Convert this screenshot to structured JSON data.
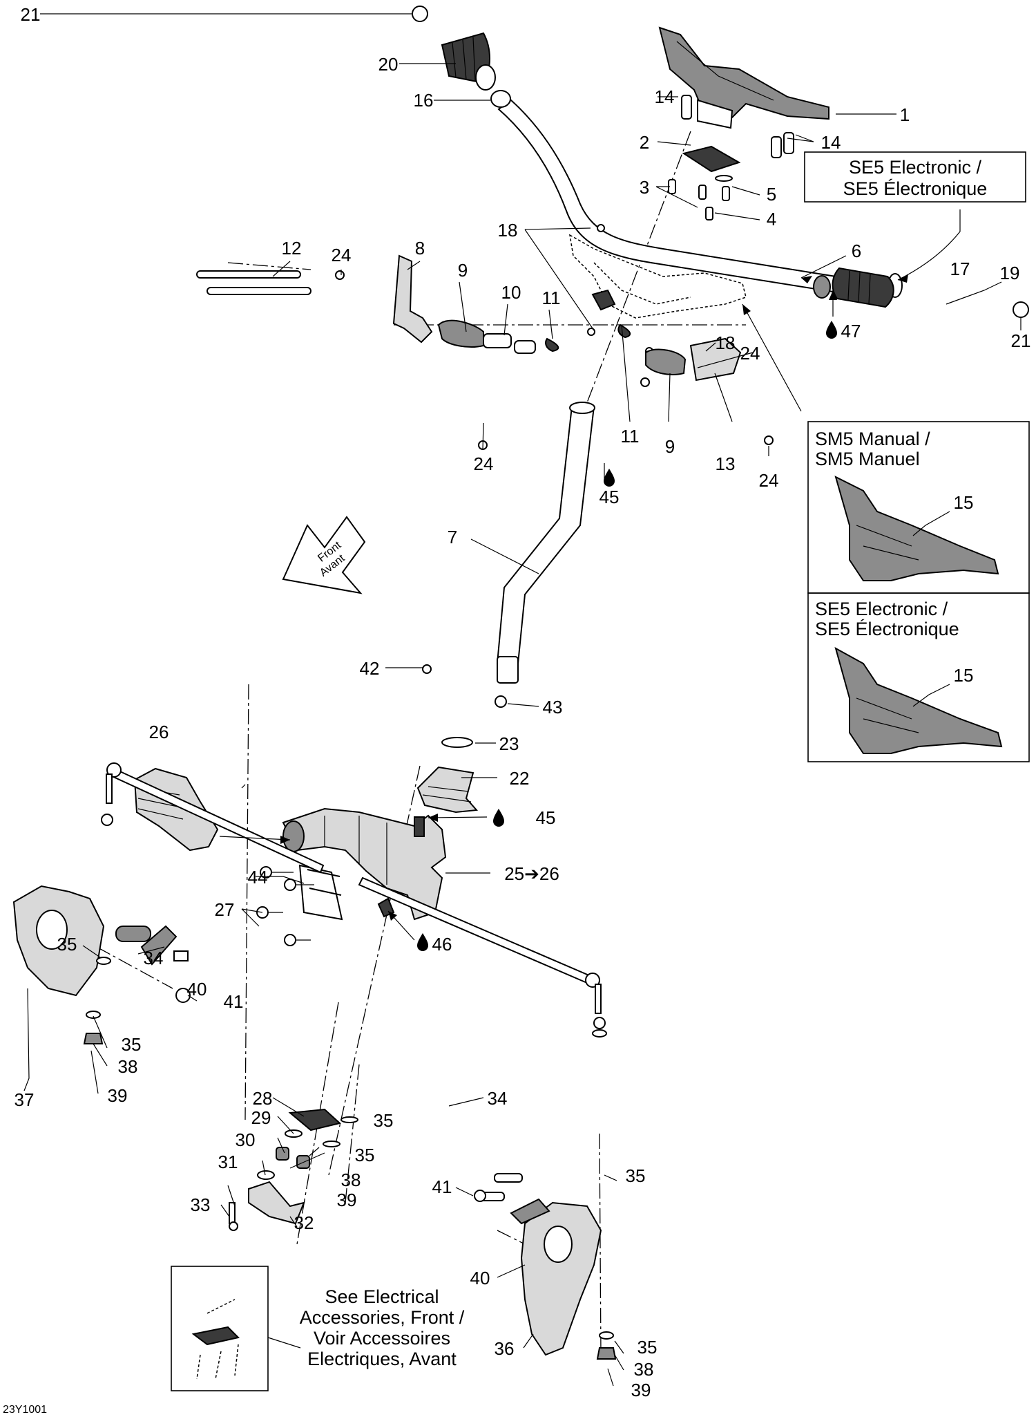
{
  "callouts": {
    "c21a": "21",
    "c20": "20",
    "c16": "16",
    "c1": "1",
    "c14a": "14",
    "c14b": "14",
    "c2": "2",
    "c3": "3",
    "c5": "5",
    "c4": "4",
    "c6": "6",
    "c17": "17",
    "c19": "19",
    "c21b": "21",
    "c47": "47",
    "c18a": "18",
    "c18b": "18",
    "c12": "12",
    "c24a": "24",
    "c8": "8",
    "c9a": "9",
    "c10": "10",
    "c11a": "11",
    "c24b": "24",
    "c11b": "11",
    "c9b": "9",
    "c13": "13",
    "c24c": "24",
    "c24d": "24",
    "c45a": "45",
    "c7": "7",
    "c15a": "15",
    "c15b": "15",
    "c42": "42",
    "c43": "43",
    "c23": "23",
    "c26": "26",
    "c22": "22",
    "c45b": "45",
    "c25": "25➔26",
    "c44": "44",
    "c27": "27",
    "c46": "46",
    "c35a": "35",
    "c34a": "34",
    "c40a": "40",
    "c41a": "41",
    "c35b": "35",
    "c38a": "38",
    "c39a": "39",
    "c37": "37",
    "c34b": "34",
    "c28": "28",
    "c35c": "35",
    "c29": "29",
    "c30": "30",
    "c35d": "35",
    "c31": "31",
    "c38b": "38",
    "c39b": "39",
    "c33": "33",
    "c32": "32",
    "c41b": "41",
    "c35e": "35",
    "c40b": "40",
    "c36": "36",
    "c35f": "35",
    "c38c": "38",
    "c39c": "39"
  },
  "boxes": {
    "se5_top": {
      "line1": "SE5 Electronic /",
      "line2": "SE5 Électronique"
    },
    "sm5": {
      "line1": "SM5 Manual /",
      "line2": "SM5 Manuel"
    },
    "se5": {
      "line1": "SE5 Electronic /",
      "line2": "SE5 Électronique"
    }
  },
  "front_arrow": {
    "line1": "Front",
    "line2": "Avant"
  },
  "note": {
    "line1": "See Electrical",
    "line2": "Accessories, Front /",
    "line3": "Voir Accessoires",
    "line4": "Electriques, Avant"
  },
  "figure_id": "23Y1001",
  "icons": {
    "lubricant": "oil-drop-icon",
    "arrow": "arrow-right-icon"
  }
}
